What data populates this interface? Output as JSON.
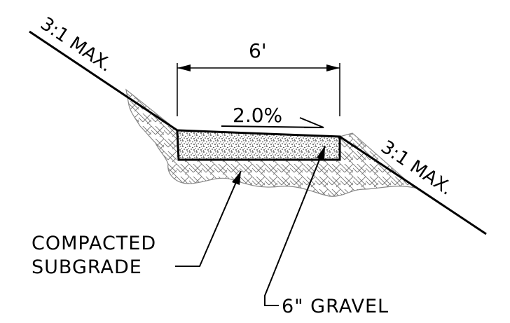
{
  "diagram": {
    "left_slope_label": "3:1 MAX.",
    "right_slope_label": "3:1 MAX.",
    "width_dimension": "6'",
    "cross_slope": "2.0%",
    "callout_subgrade_line1": "COMPACTED",
    "callout_subgrade_line2": "SUBGRADE",
    "callout_gravel": "6\" GRAVEL"
  }
}
